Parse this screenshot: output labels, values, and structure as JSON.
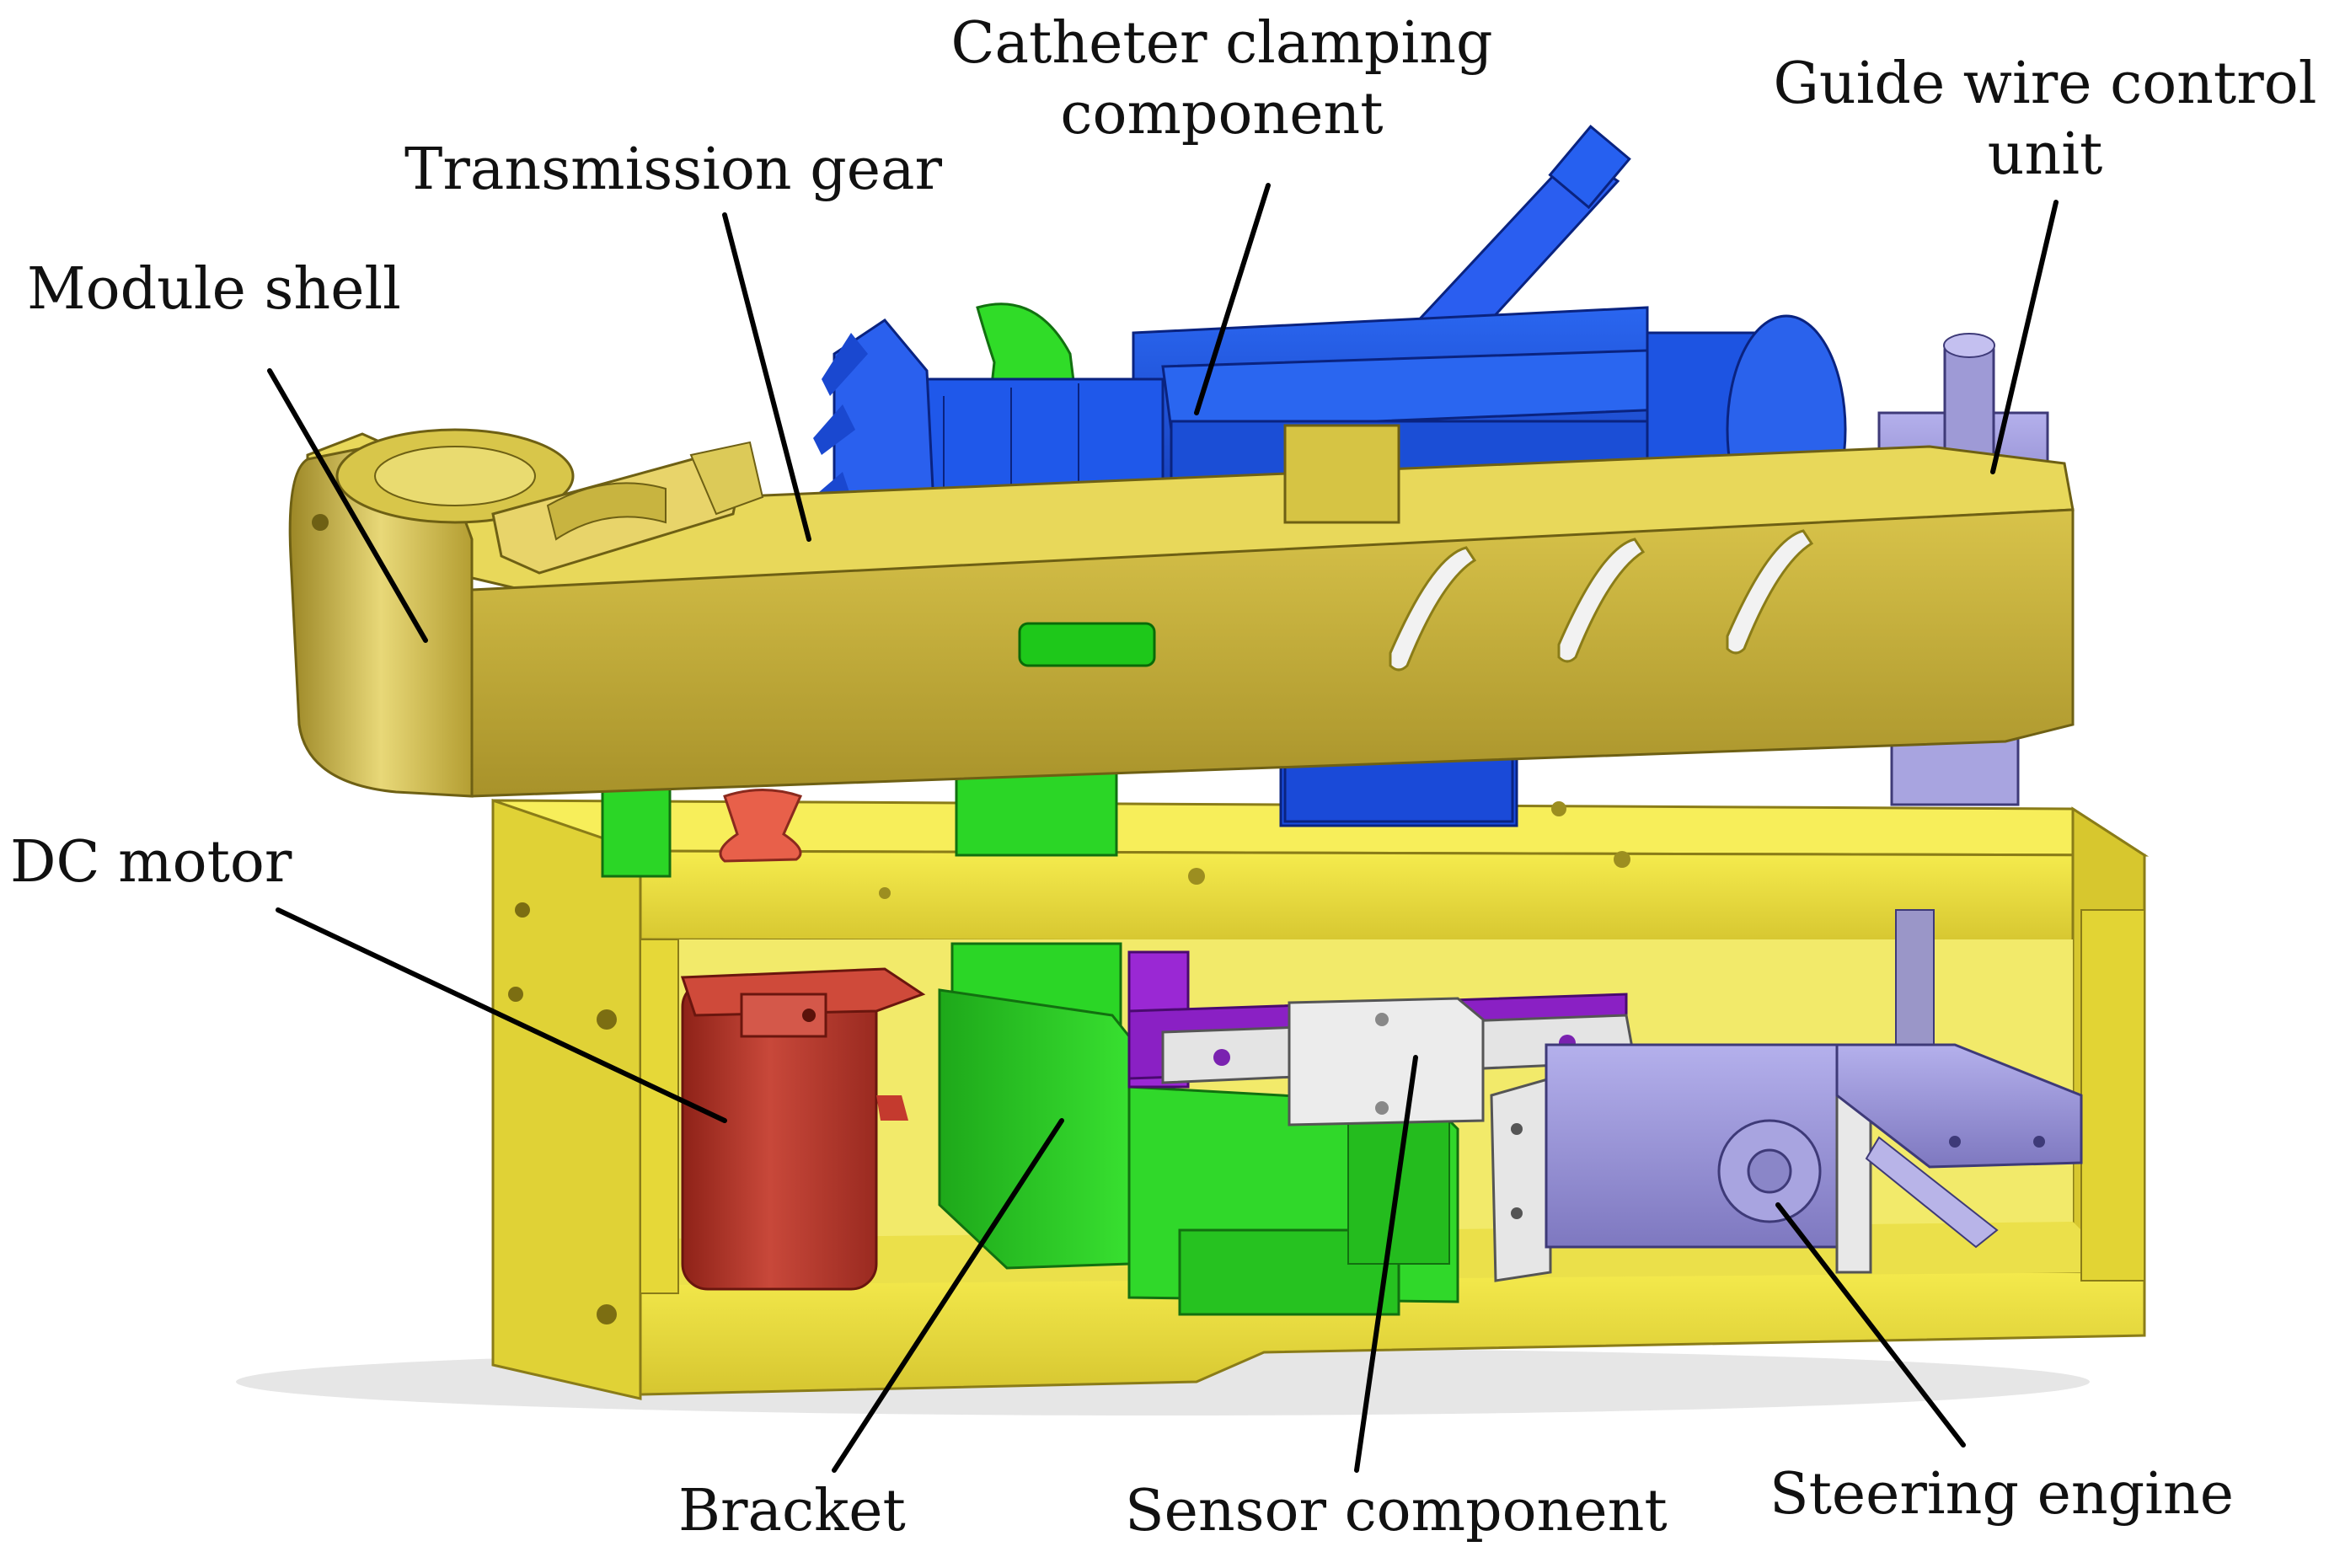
{
  "labels": {
    "catheter_clamping": {
      "line1": "Catheter clamping",
      "line2": "component"
    },
    "guide_wire": {
      "line1": "Guide wire control",
      "line2": "unit"
    },
    "transmission_gear": "Transmission gear",
    "module_shell": "Module shell",
    "dc_motor": "DC motor",
    "bracket": "Bracket",
    "sensor_component": "Sensor component",
    "steering_engine": "Steering engine"
  },
  "colors": {
    "shell_yellow": "#c9b43c",
    "base_yellow": "#f0e640",
    "catheter_blue": "#1a55e0",
    "bracket_green": "#22d41e",
    "motor_red": "#b8352a",
    "gear_orange": "#ef6a4a",
    "sensor_gray": "#d8d8d8",
    "steering_purple": "#9b96d8",
    "leader_line": "#000000"
  }
}
